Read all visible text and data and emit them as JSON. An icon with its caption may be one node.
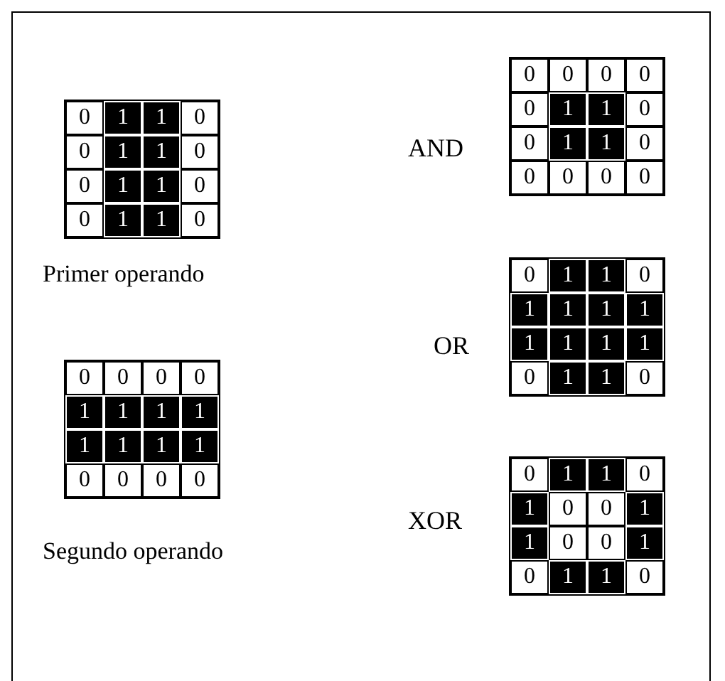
{
  "diagram": {
    "labels": [
      "0",
      "1",
      "1",
      "0",
      "0",
      "1",
      "1",
      "0",
      "0",
      "1",
      "1",
      "0",
      "0",
      "1",
      "1",
      "0",
      "Primer operando",
      "0",
      "0",
      "0",
      "0",
      "1",
      "1",
      "1",
      "1",
      "1",
      "1",
      "1",
      "1",
      "0",
      "0",
      "0",
      "0",
      "Segundo operando",
      "AND",
      "0",
      "0",
      "0",
      "0",
      "0",
      "1",
      "1",
      "0",
      "0",
      "1",
      "1",
      "0",
      "0",
      "0",
      "0",
      "0",
      "OR",
      "0",
      "1",
      "1",
      "0",
      "1",
      "1",
      "1",
      "1",
      "1",
      "1",
      "1",
      "1",
      "0",
      "1",
      "1",
      "0",
      "XOR",
      "0",
      "1",
      "1",
      "0",
      "1",
      "0",
      "0",
      "1",
      "1",
      "0",
      "0",
      "1",
      "0",
      "1",
      "1",
      "0"
    ]
  }
}
